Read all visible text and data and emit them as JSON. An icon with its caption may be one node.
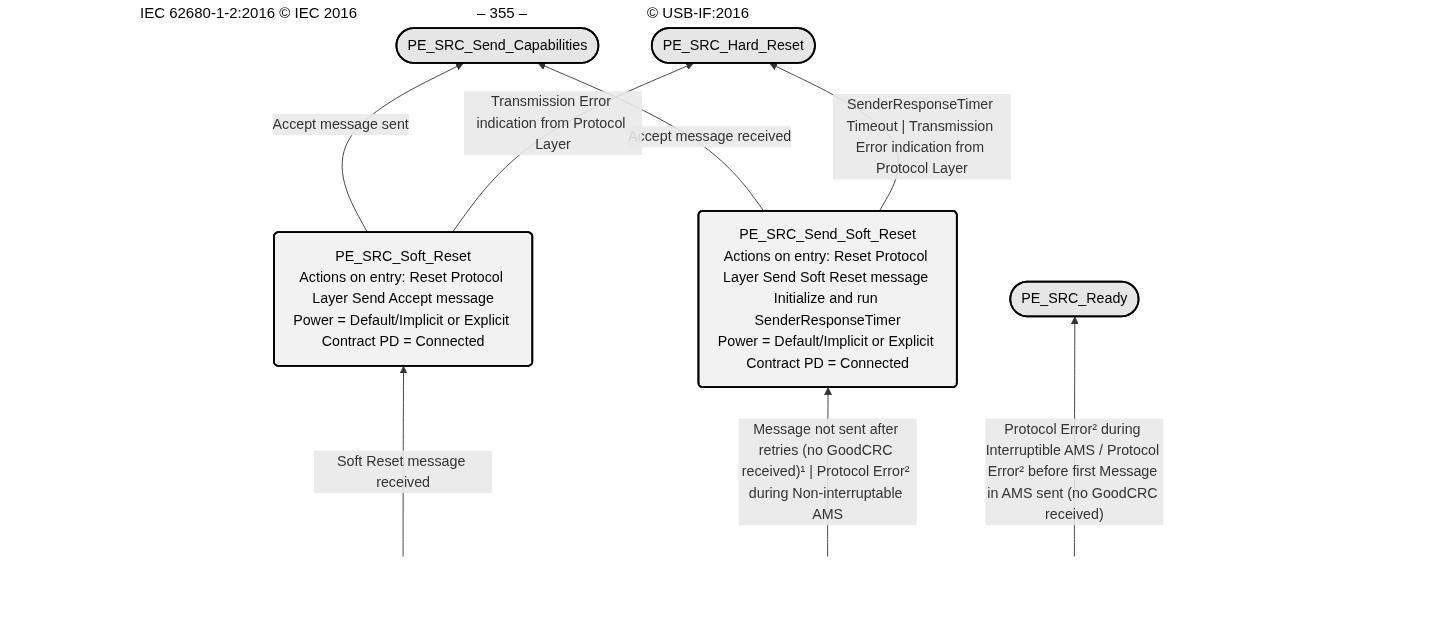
{
  "diagram": {
    "nodes": [
      {
        "text": [
          "PE_SRC_Send_Capabilities"
        ]
      },
      {
        "text": [
          "PE_SRC_Soft_Reset",
          "Actions on entry: Reset Protocol Layer Send Accept message",
          "Power = Default/Implicit or Explicit Contract PD = Connected"
        ]
      },
      {
        "text": [
          "PE_SRC_Hard_Reset"
        ]
      },
      {
        "text": [
          "PE_SRC_Send_Soft_Reset",
          "Actions on entry: Reset Protocol Layer Send Soft Reset message Initialize and run SenderResponseTimer",
          "Power = Default/Implicit or Explicit Contract PD = Connected"
        ]
      },
      {
        "text": [
          "PE_SRC_Ready"
        ]
      }
    ],
    "edges": [
      {
        "from": 3,
        "to": 0,
        "arrow": "to",
        "label": "Accept message received"
      },
      {
        "from": 1,
        "to": 0,
        "arrow": "to",
        "label": "Accept message sent"
      },
      {
        "from": 1,
        "to": 2,
        "arrow": "to",
        "label": "Transmission Error indication from Protocol Layer"
      },
      {
        "from": 3,
        "to": 2,
        "arrow": "to",
        "label": "SenderResponseTimer Timeout | Transmission Error indication from Protocol Layer"
      },
      {
        "from": null,
        "to": 4,
        "arrow": "to",
        "label": "Protocol Error² during Interruptible AMS / Protocol Error² before first Message in AMS sent (no GoodCRC received)"
      },
      {
        "from": null,
        "to": 1,
        "arrow": "to",
        "label": "Soft Reset message received"
      },
      {
        "from": null,
        "to": 3,
        "arrow": "to",
        "label": "Message not sent after retries (no GoodCRC received)¹ | Protocol Error² during Non-interruptable AMS"
      }
    ],
    "labels": [
      "IEC 62680-1-2:2016 © IEC 2016",
      "– 355 –",
      "© USB-IF:2016"
    ]
  }
}
